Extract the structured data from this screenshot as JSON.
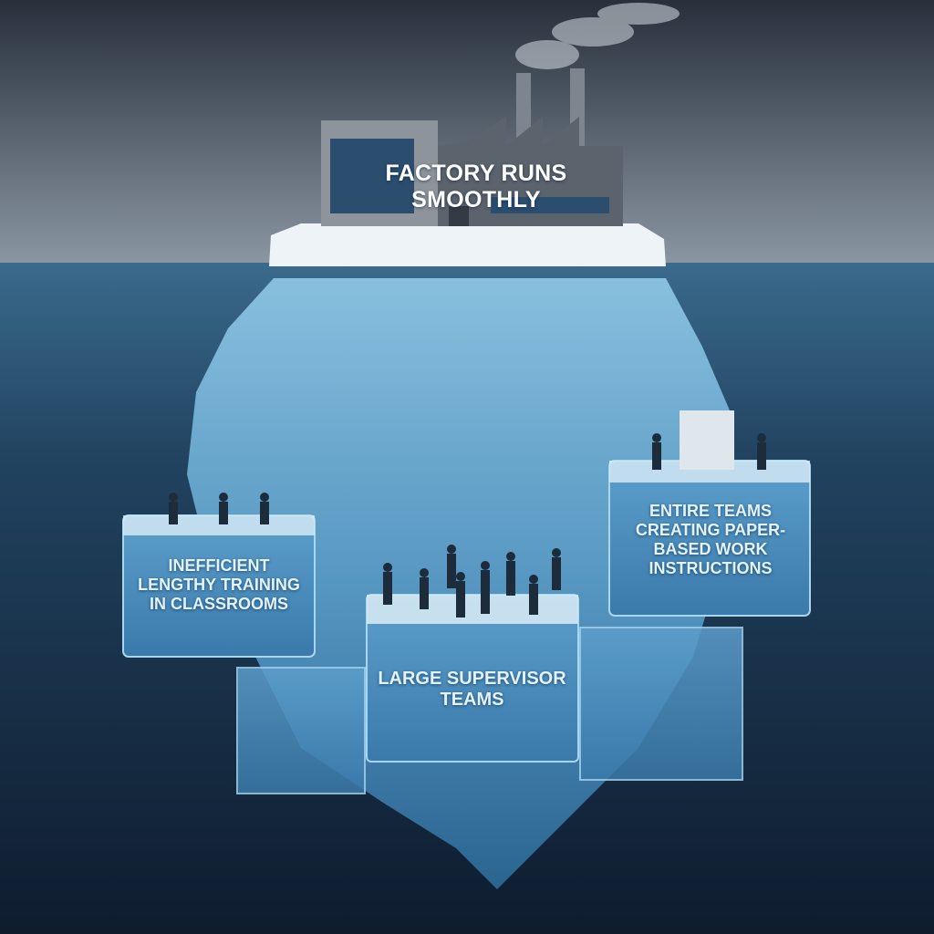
{
  "factory": {
    "label": "FACTORY RUNS SMOOTHLY"
  },
  "blocks": [
    {
      "label": "INEFFICIENT LENGTHY TRAINING IN CLASSROOMS"
    },
    {
      "label": "LARGE SUPERVISOR TEAMS"
    },
    {
      "label": "ENTIRE TEAMS CREATING PAPER-BASED WORK INSTRUCTIONS"
    }
  ],
  "colors": {
    "sky_top": "#27303b",
    "sky_horizon": "#8b97a3",
    "water_top": "#2f5a7a",
    "water_bottom": "#0e1c2e",
    "ice": "#5fa3cf"
  }
}
